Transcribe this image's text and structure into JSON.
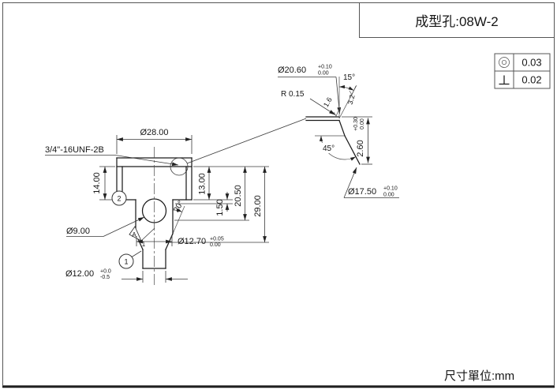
{
  "title_block": {
    "part_label": "成型孔:08W-2"
  },
  "units_note": "尺寸單位:mm",
  "tolerance_frames": [
    {
      "symbol": "concentricity",
      "value": "0.03"
    },
    {
      "symbol": "perpendicularity",
      "value": "0.02"
    }
  ],
  "main_view": {
    "thread_callout": "3/4\"-16UNF-2B",
    "dia_top": "Ø28.00",
    "depth_thread": "14.00",
    "depth_13": "13.00",
    "depth_1_5": "1.50",
    "depth_20_5": "20.50",
    "depth_total": "29.00",
    "ball_dia": "Ø9.00",
    "seat_angle": "20°",
    "bore_dia": "Ø12.70",
    "bore_tol_upper": "+0.05",
    "bore_tol_lower": "0.00",
    "exit_dia": "Ø12.00",
    "exit_tol_upper": "+0.0",
    "exit_tol_lower": "-0.5",
    "balloon_1": "1",
    "balloon_2": "2",
    "datum_letter": "A",
    "datum_index": "1"
  },
  "detail_view": {
    "counterbore_dia": "Ø20.60",
    "counterbore_tol_upper": "+0.10",
    "counterbore_tol_lower": "0.00",
    "chamfer_angle": "15°",
    "root_radius": "R 0.15",
    "roughness_1": "1.6",
    "roughness_2": "3.2",
    "seat_angle": "45°",
    "depth": "2.60",
    "depth_tol_upper": "+0.30",
    "depth_tol_lower": "0.00",
    "seat_dia": "Ø17.50",
    "seat_tol_upper": "+0.10",
    "seat_tol_lower": "0.00"
  }
}
